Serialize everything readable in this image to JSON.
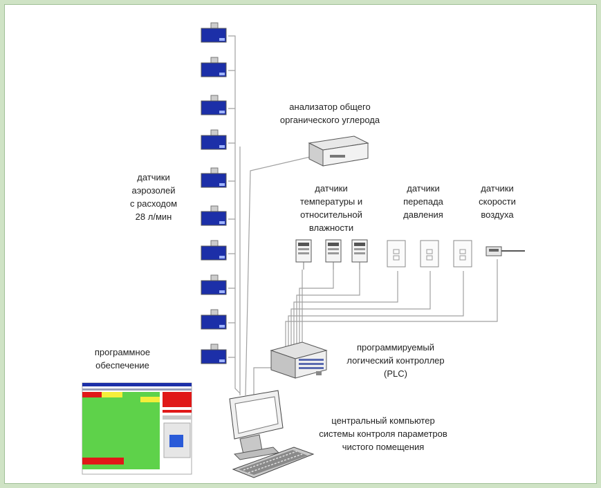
{
  "labels": {
    "analyzer": "анализатор общего\nорганического углерода",
    "aerosol_sensors": "датчики\nаэрозолей\nс расходом\n28 л/мин",
    "temp_humidity_sensors": "датчики\nтемпературы и\nотносительной\nвлажности",
    "pressure_sensors": "датчики\nперепада\nдавления",
    "airspeed_sensors": "датчики\nскорости\nвоздуха",
    "plc": "программируемый\nлогический контроллер\n(PLC)",
    "software": "программное\nобеспечение",
    "computer": "центральный компьютер\nсистемы контроля параметров\nчистого помещения"
  },
  "colors": {
    "sensor_blue": "#1c2fa8",
    "sensor_gray": "#b5b5b5",
    "line": "#9a9a9a",
    "screen_green": "#5ed24a",
    "screen_red": "#e01818",
    "screen_yellow": "#f4ee3a",
    "screen_blue": "#2a5bd8",
    "background": "#cfe3c5"
  },
  "icons": {
    "aerosol_sensor": "aerosol-sensor-icon",
    "analyzer": "analyzer-box-icon",
    "th_sensor": "temperature-humidity-sensor-icon",
    "pressure_sensor": "pressure-sensor-icon",
    "airspeed_probe": "airspeed-probe-icon",
    "plc": "plc-controller-icon",
    "monitor": "monitor-icon",
    "keyboard": "keyboard-icon",
    "software_screen": "software-screenshot-icon"
  }
}
